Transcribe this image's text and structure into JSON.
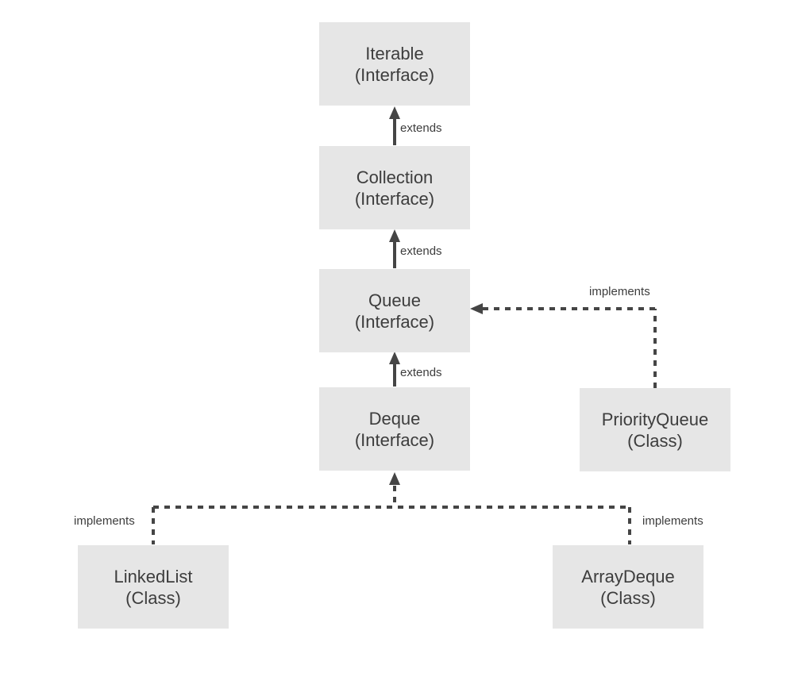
{
  "diagram": {
    "type": "class-hierarchy",
    "nodes": [
      {
        "name": "Iterable",
        "stereotype": "(Interface)"
      },
      {
        "name": "Collection",
        "stereotype": "(Interface)"
      },
      {
        "name": "Queue",
        "stereotype": "(Interface)"
      },
      {
        "name": "Deque",
        "stereotype": "(Interface)"
      },
      {
        "name": "PriorityQueue",
        "stereotype": "(Class)"
      },
      {
        "name": "LinkedList",
        "stereotype": "(Class)"
      },
      {
        "name": "ArrayDeque",
        "stereotype": "(Class)"
      }
    ],
    "edges": [
      {
        "from": "Collection",
        "to": "Iterable",
        "label": "extends",
        "style": "solid"
      },
      {
        "from": "Queue",
        "to": "Collection",
        "label": "extends",
        "style": "solid"
      },
      {
        "from": "Deque",
        "to": "Queue",
        "label": "extends",
        "style": "solid"
      },
      {
        "from": "PriorityQueue",
        "to": "Queue",
        "label": "implements",
        "style": "dashed"
      },
      {
        "from": "LinkedList",
        "to": "Deque",
        "label": "implements",
        "style": "dashed"
      },
      {
        "from": "ArrayDeque",
        "to": "Deque",
        "label": "implements",
        "style": "dashed"
      }
    ],
    "colors": {
      "node_fill": "#e6e6e6",
      "text": "#3d3d3d",
      "edge": "#454545",
      "background": "#ffffff"
    }
  }
}
